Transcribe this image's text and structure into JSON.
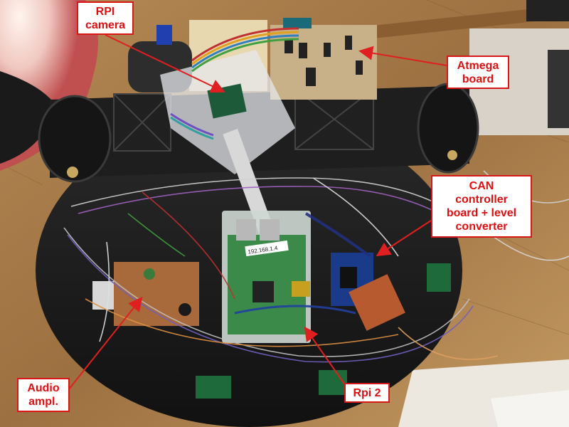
{
  "annotations": {
    "rpi_camera": "RPI\ncamera",
    "atmega_board": "Atmega\nboard",
    "can_controller": "CAN\ncontroller\nboard + level\nconverter",
    "audio_ampl": "Audio\nampl.",
    "rpi2": "Rpi 2"
  },
  "photo_text": {
    "rpi_sticker": "192.168.1.4"
  },
  "colors": {
    "label_text": "#e01010",
    "label_border": "#d81818",
    "arrow": "#e02020"
  }
}
